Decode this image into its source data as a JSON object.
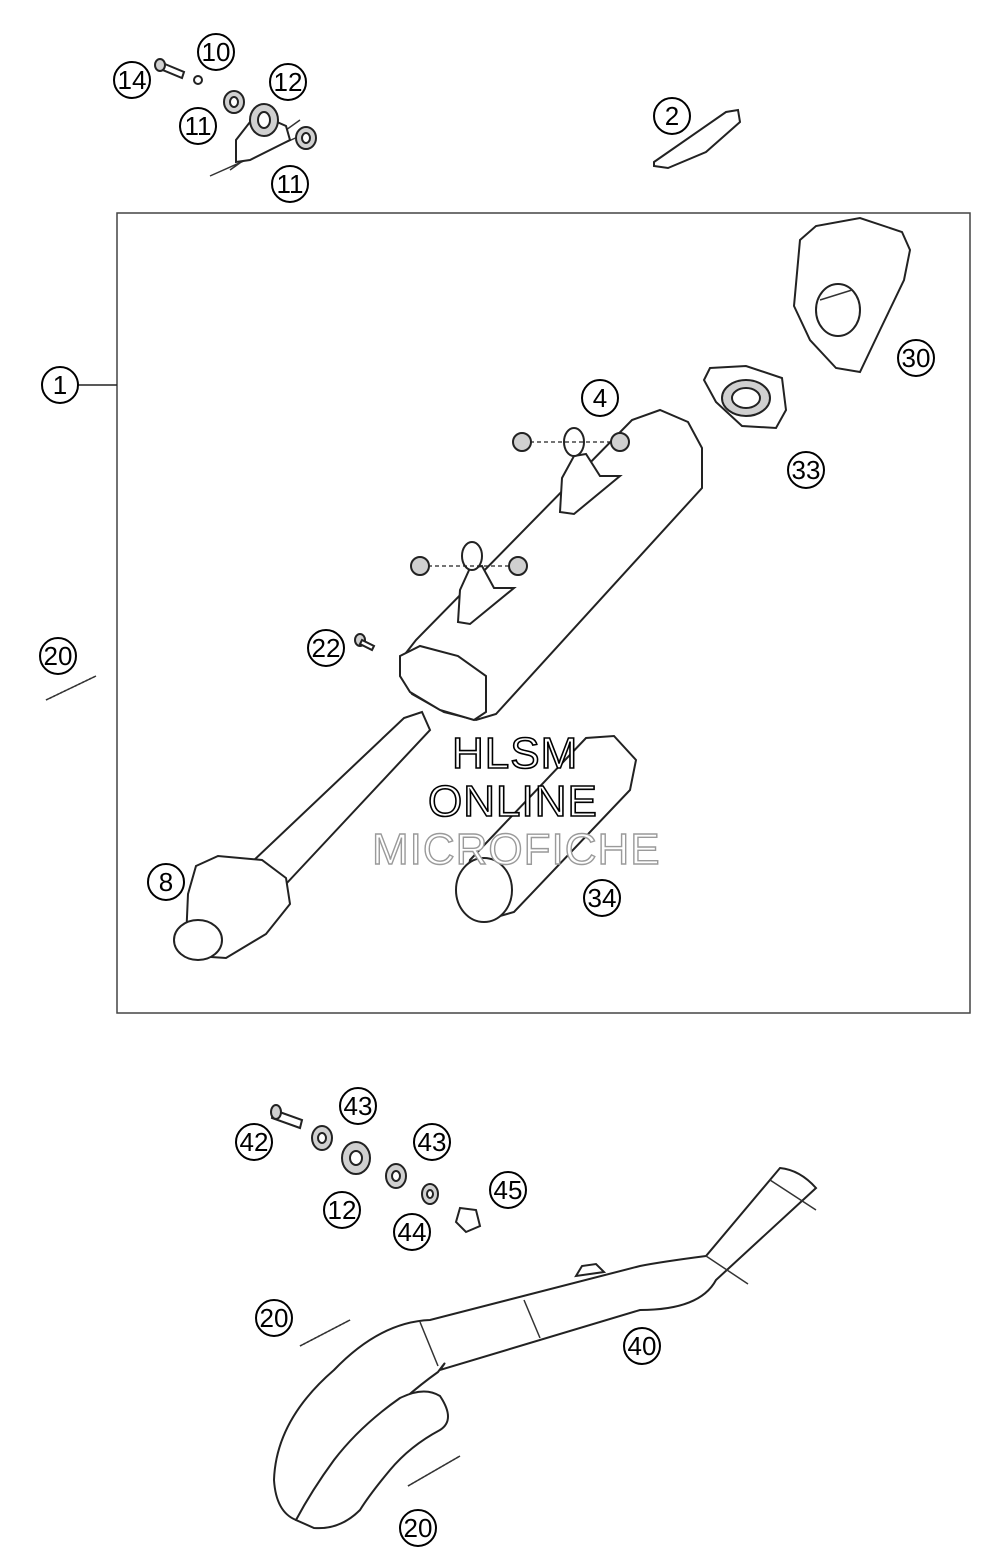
{
  "callouts": {
    "c1": "1",
    "c2": "2",
    "c4": "4",
    "c8": "8",
    "c10": "10",
    "c11a": "11",
    "c11b": "11",
    "c12a": "12",
    "c12b": "12",
    "c14": "14",
    "c20a": "20",
    "c20b": "20",
    "c20c": "20",
    "c22": "22",
    "c30": "30",
    "c33": "33",
    "c34": "34",
    "c40": "40",
    "c42": "42",
    "c43a": "43",
    "c43b": "43",
    "c44": "44",
    "c45": "45"
  },
  "watermark": {
    "line1": "HLSM",
    "line2": "ONLINE",
    "line3": "MICROFICHE"
  }
}
